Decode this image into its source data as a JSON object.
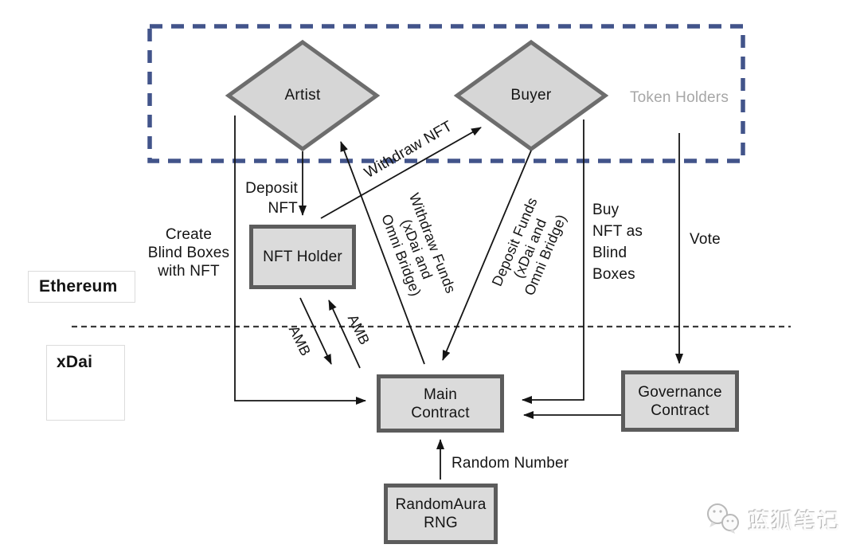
{
  "diagram": {
    "zones": {
      "ethereum": {
        "label": "Ethereum"
      },
      "xdai": {
        "label": "xDai"
      }
    },
    "group": {
      "token_holders_label": "Token Holders"
    },
    "nodes": {
      "artist": {
        "label": "Artist"
      },
      "buyer": {
        "label": "Buyer"
      },
      "nft_holder": {
        "label": "NFT Holder"
      },
      "main_contract": {
        "lines": [
          "Main",
          "Contract"
        ]
      },
      "governance_contract": {
        "lines": [
          "Governance",
          "Contract"
        ]
      },
      "randomaura_rng": {
        "lines": [
          "RandomAura",
          "RNG"
        ]
      }
    },
    "edge_labels": {
      "deposit_nft": {
        "lines": [
          "Deposit",
          "NFT"
        ]
      },
      "create_blind_boxes": {
        "lines": [
          "Create",
          "Blind Boxes",
          "with NFT"
        ]
      },
      "withdraw_nft": {
        "label": "Withdraw NFT"
      },
      "withdraw_funds": {
        "lines": [
          "Withdraw Funds",
          "(xDai and",
          "Omni Bridge)"
        ]
      },
      "deposit_funds": {
        "lines": [
          "Deposit Funds",
          "(xDai and",
          "Omni Bridge)"
        ]
      },
      "buy_nft": {
        "lines": [
          "Buy",
          "NFT as",
          "Blind",
          "Boxes"
        ]
      },
      "vote": {
        "label": "Vote"
      },
      "amb_left": {
        "label": "AMB"
      },
      "amb_right": {
        "label": "AMB"
      },
      "random_number": {
        "label": "Random Number"
      }
    },
    "edges": [
      {
        "from": "Artist",
        "to": "NFT Holder",
        "label": "Deposit NFT"
      },
      {
        "from": "Artist",
        "to": "Main Contract",
        "label": "Create Blind Boxes with NFT"
      },
      {
        "from": "NFT Holder",
        "to": "Buyer",
        "label": "Withdraw NFT"
      },
      {
        "from": "Main Contract",
        "to": "Artist",
        "label": "Withdraw Funds (xDai and Omni Bridge)"
      },
      {
        "from": "Buyer",
        "to": "Main Contract",
        "label": "Deposit Funds (xDai and Omni Bridge)"
      },
      {
        "from": "Buyer",
        "to": "Main Contract",
        "label": "Buy NFT as Blind Boxes"
      },
      {
        "from": "Token Holders",
        "to": "Governance Contract",
        "label": "Vote"
      },
      {
        "from": "Governance Contract",
        "to": "Main Contract",
        "label": ""
      },
      {
        "from": "NFT Holder",
        "to": "Main Contract",
        "label": "AMB"
      },
      {
        "from": "Main Contract",
        "to": "NFT Holder",
        "label": "AMB"
      },
      {
        "from": "RandomAura RNG",
        "to": "Main Contract",
        "label": "Random Number"
      }
    ],
    "colors": {
      "group_border": "#42548A",
      "node_fill": "#DBDBDB",
      "node_border": "#5C5C5C",
      "diamond_border": "#6D6D6D",
      "arrow": "#141414",
      "zone_divider": "#3A3A3A",
      "token_holders_text": "#A7A7A7",
      "watermark_text": "#DEDEDE"
    },
    "watermark": {
      "text": "蓝狐笔记"
    }
  }
}
